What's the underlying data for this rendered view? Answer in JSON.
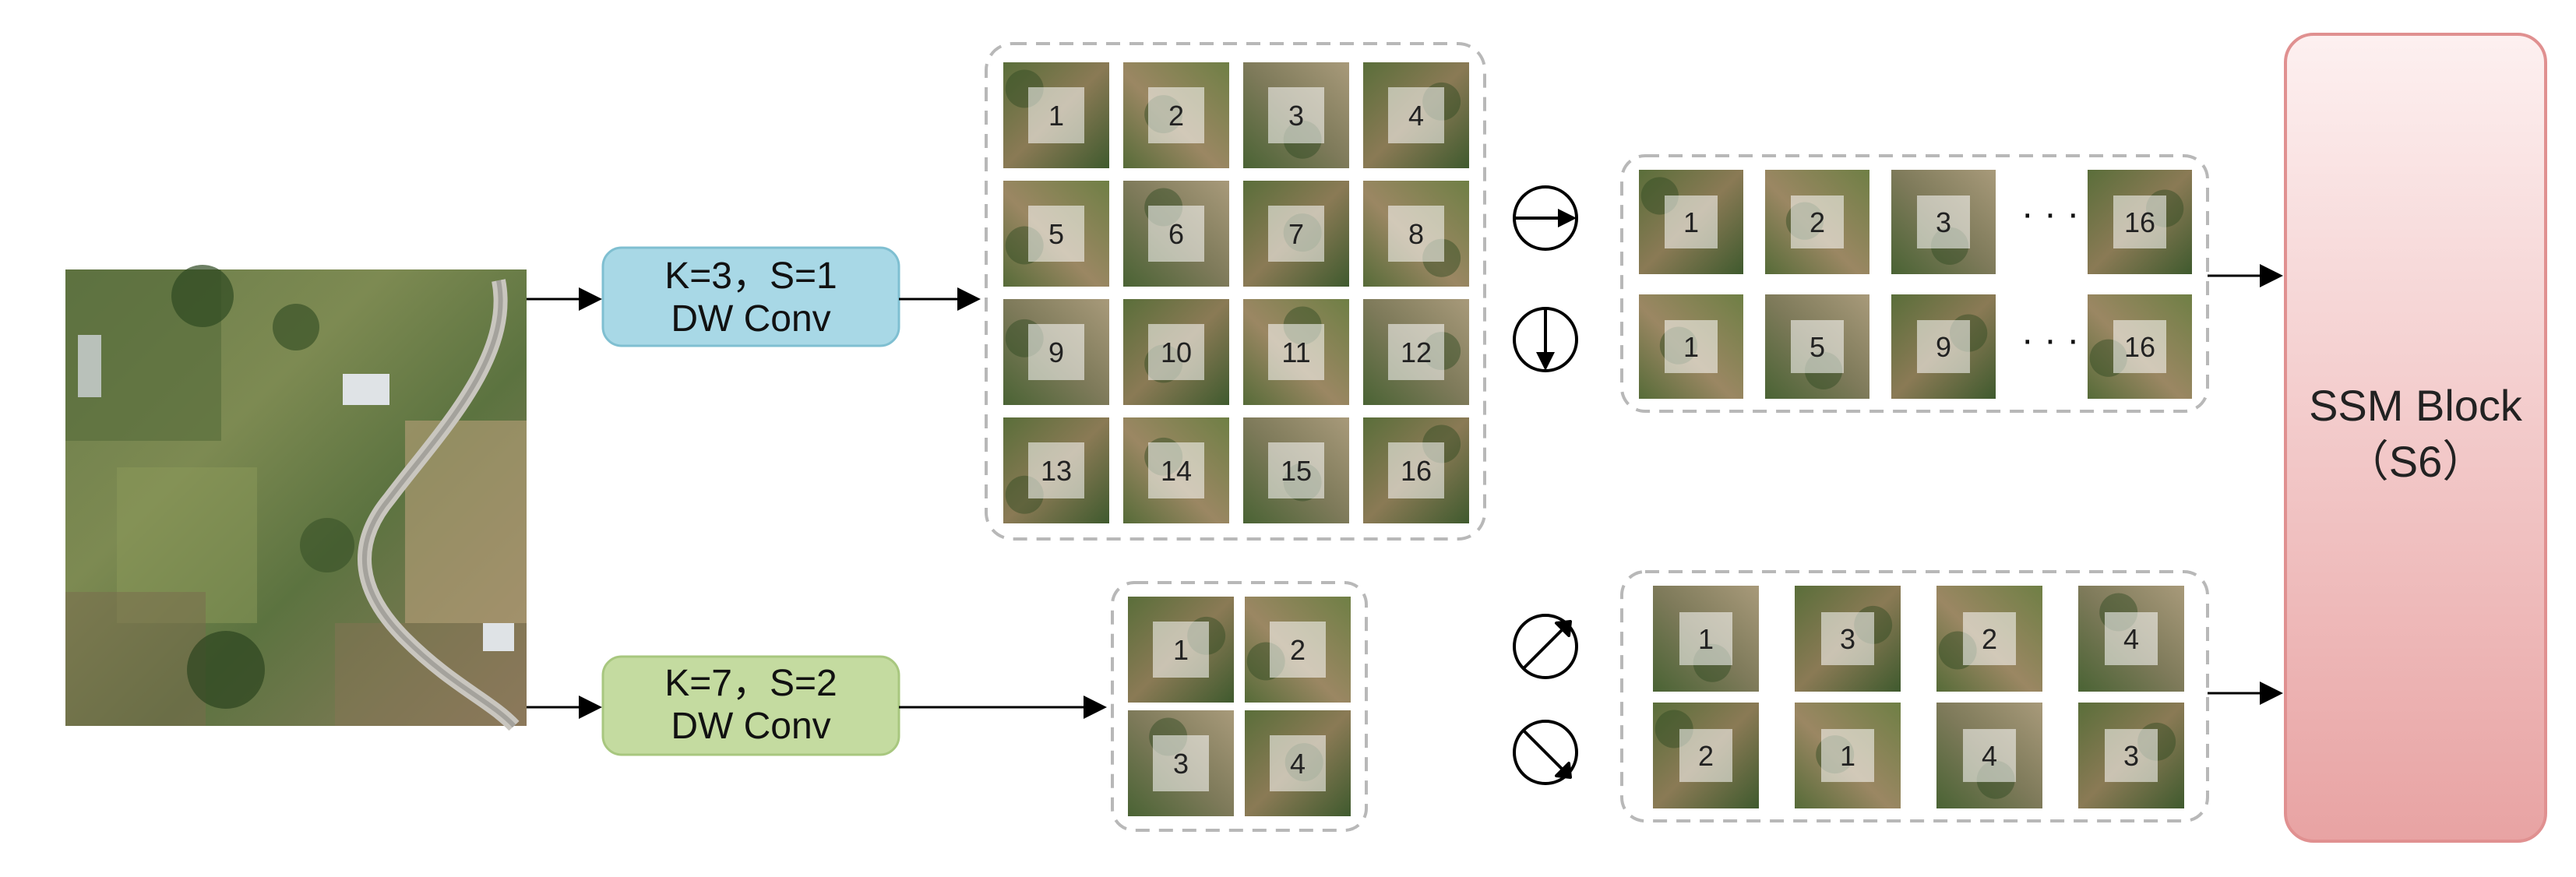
{
  "colors": {
    "conv1_fill": "#a8d8e6",
    "conv1_stroke": "#7fbfd1",
    "conv2_fill": "#c4dba0",
    "conv2_stroke": "#a8c77f",
    "ssm_top": "#fdf0f0",
    "ssm_bottom": "#e8a3a3",
    "ssm_stroke": "#e09090",
    "dashed_border": "#b8b8b8",
    "arrow": "#000000",
    "patch_overlay": "#ffffff"
  },
  "conv1": {
    "line1": "K=3，S=1",
    "line2": "DW Conv"
  },
  "conv2": {
    "line1": "K=7，S=2",
    "line2": "DW Conv"
  },
  "grid4": {
    "labels": [
      "1",
      "2",
      "3",
      "4",
      "5",
      "6",
      "7",
      "8",
      "9",
      "10",
      "11",
      "12",
      "13",
      "14",
      "15",
      "16"
    ]
  },
  "grid2": {
    "labels": [
      "1",
      "2",
      "3",
      "4"
    ]
  },
  "scan_horizontal": {
    "icon": "horizontal-scan-icon",
    "labels": [
      "1",
      "2",
      "3",
      "16"
    ],
    "ellipsis": "· · ·"
  },
  "scan_vertical": {
    "icon": "vertical-scan-icon",
    "labels": [
      "1",
      "5",
      "9",
      "16"
    ],
    "ellipsis": "· · ·"
  },
  "scan_diag_up": {
    "icon": "diagonal-up-scan-icon",
    "labels": [
      "1",
      "3",
      "2",
      "4"
    ]
  },
  "scan_diag_down": {
    "icon": "diagonal-down-scan-icon",
    "labels": [
      "2",
      "1",
      "4",
      "3"
    ]
  },
  "ssm": {
    "line1": "SSM Block",
    "line2": "（S6）"
  }
}
